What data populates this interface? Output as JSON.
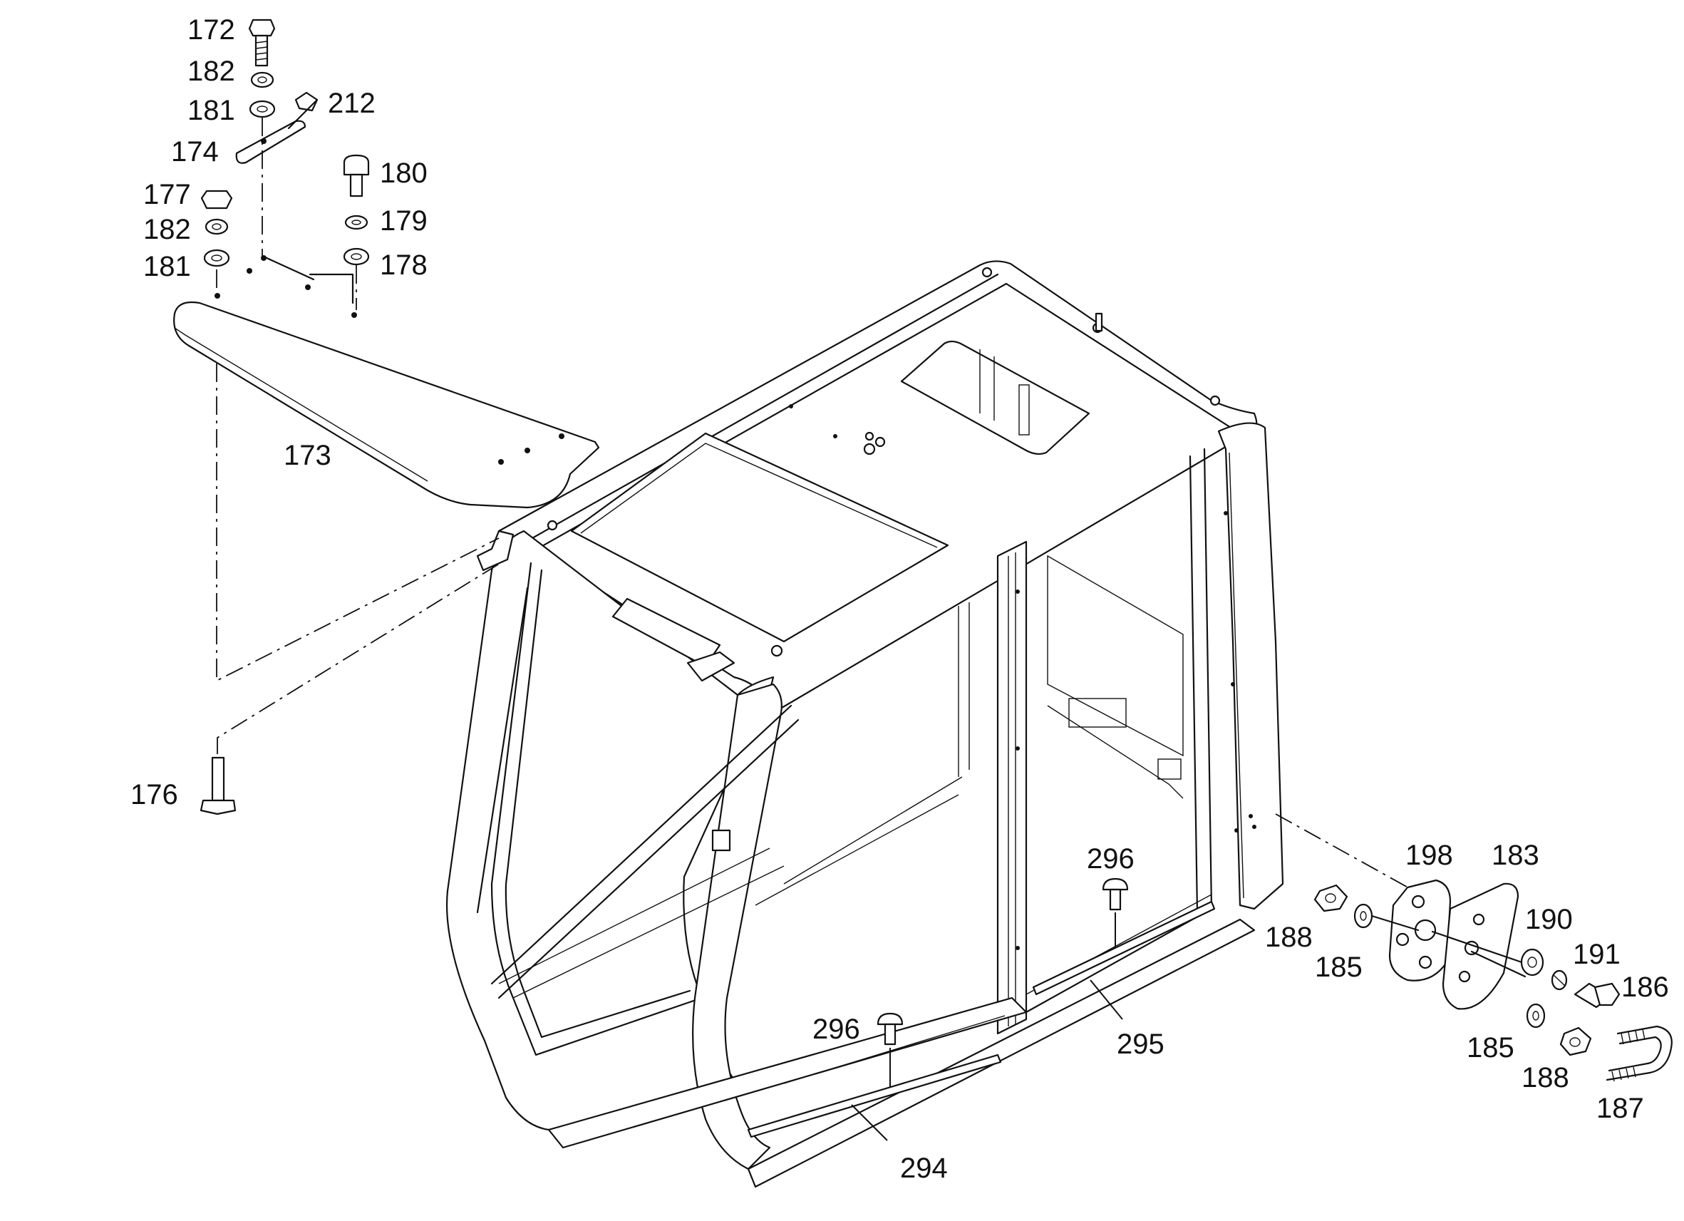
{
  "diagram": {
    "labels": {
      "p172": "172",
      "p182a": "182",
      "p181a": "181",
      "p212": "212",
      "p174": "174",
      "p180": "180",
      "p177": "177",
      "p179": "179",
      "p182b": "182",
      "p181b": "181",
      "p178": "178",
      "p173": "173",
      "p176": "176",
      "p296a": "296",
      "p296b": "296",
      "p295": "295",
      "p294": "294",
      "p198": "198",
      "p183": "183",
      "p188a": "188",
      "p185a": "185",
      "p190": "190",
      "p191": "191",
      "p186": "186",
      "p185b": "185",
      "p188b": "188",
      "p187": "187"
    }
  }
}
